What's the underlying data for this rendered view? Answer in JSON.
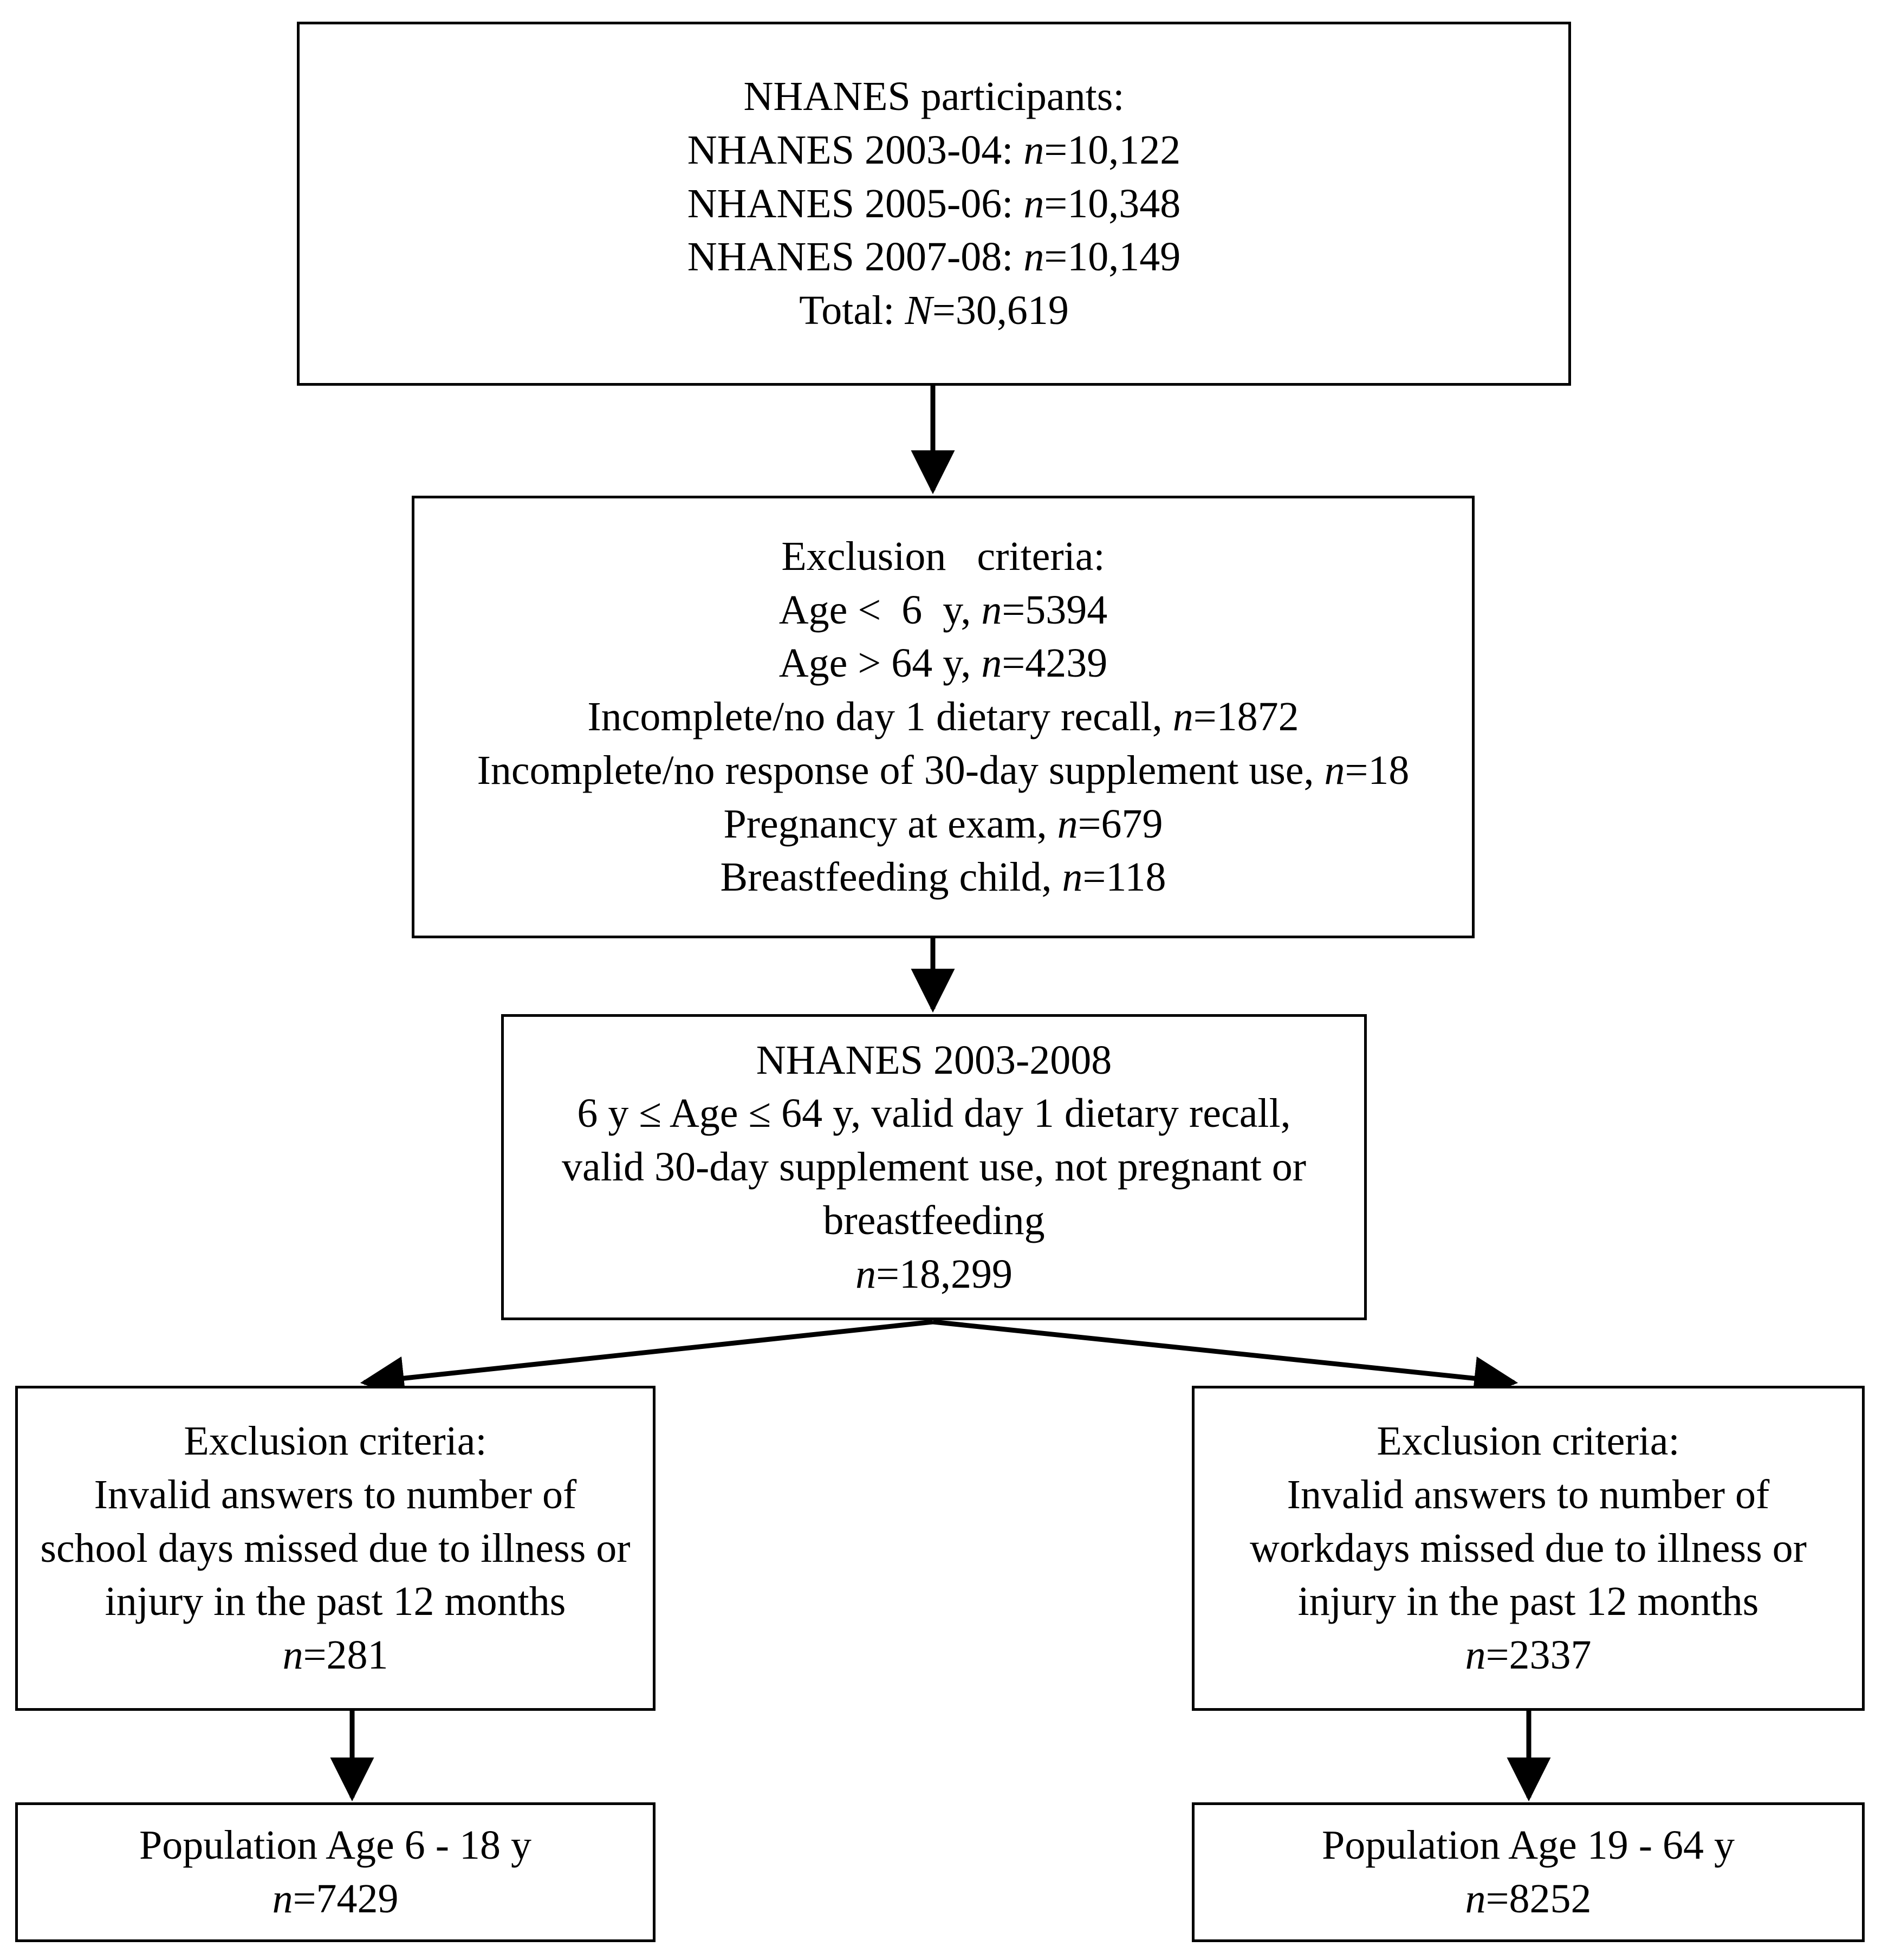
{
  "diagram": {
    "title": "NHANES participant selection flow diagram",
    "type": "flowchart",
    "line_color": "#000000",
    "box_fill": "#ffffff",
    "text_color": "#000000"
  },
  "nodes": {
    "source": {
      "name": "NHANES participants source box",
      "lines": [
        "NHANES participants:",
        "NHANES 2003-04: n=10,122",
        "NHANES 2005-06: n=10,348",
        "NHANES 2007-08: n=10,149",
        "Total: N=30,619"
      ],
      "heading": "NHANES participants:",
      "cycles": [
        {
          "label": "NHANES 2003-04:",
          "symbol": "n",
          "value": "10,122"
        },
        {
          "label": "NHANES 2005-06:",
          "symbol": "n",
          "value": "10,348"
        },
        {
          "label": "NHANES 2007-08:",
          "symbol": "n",
          "value": "10,149"
        }
      ],
      "total": {
        "label": "Total:",
        "symbol": "N",
        "value": "30,619"
      }
    },
    "exclusion_1": {
      "name": "First exclusion criteria box",
      "heading": "Exclusion   criteria:",
      "items": [
        {
          "text": "Age <  6  y,",
          "symbol": "n",
          "value": "5394"
        },
        {
          "text": "Age > 64 y,",
          "symbol": "n",
          "value": "4239"
        },
        {
          "text": "Incomplete/no day 1 dietary recall,",
          "symbol": "n",
          "value": "1872"
        },
        {
          "text": "Incomplete/no response of 30-day supplement use,",
          "symbol": "n",
          "value": "18"
        },
        {
          "text": "Pregnancy at exam,",
          "symbol": "n",
          "value": "679"
        },
        {
          "text": "Breastfeeding child,",
          "symbol": "n",
          "value": "118"
        }
      ]
    },
    "cohort": {
      "name": "Analytic cohort box",
      "heading": "NHANES 2003-2008",
      "description_lines": [
        "6 y ≤ Age ≤ 64 y, valid day 1 dietary recall,",
        "valid 30-day supplement use, not pregnant or",
        "breastfeeding"
      ],
      "count": {
        "symbol": "n",
        "value": "18,299"
      }
    },
    "exclusion_school": {
      "name": "School-days exclusion criteria box",
      "heading": "Exclusion criteria:",
      "description_lines": [
        "Invalid answers to number of",
        "school days missed due to illness or",
        "injury in the past 12 months"
      ],
      "count": {
        "symbol": "n",
        "value": "281"
      }
    },
    "exclusion_work": {
      "name": "Workdays exclusion criteria box",
      "heading": "Exclusion criteria:",
      "description_lines": [
        "Invalid answers to number of",
        "workdays missed due to illness or",
        "injury in the past 12 months"
      ],
      "count": {
        "symbol": "n",
        "value": "2337"
      }
    },
    "population_child": {
      "name": "Child population box",
      "heading": "Population Age 6 - 18 y",
      "count": {
        "symbol": "n",
        "value": "7429"
      }
    },
    "population_adult": {
      "name": "Adult population box",
      "heading": "Population Age 19 - 64 y",
      "count": {
        "symbol": "n",
        "value": "8252"
      }
    }
  },
  "edges": [
    {
      "name": "source-to-exclusion-1",
      "from": "source",
      "to": "exclusion_1",
      "style": "straight-arrow-down"
    },
    {
      "name": "exclusion-1-to-cohort",
      "from": "exclusion_1",
      "to": "cohort",
      "style": "straight-arrow-down"
    },
    {
      "name": "cohort-to-exclusion-school",
      "from": "cohort",
      "to": "exclusion_school",
      "style": "diagonal-arrow-down-left"
    },
    {
      "name": "cohort-to-exclusion-work",
      "from": "cohort",
      "to": "exclusion_work",
      "style": "diagonal-arrow-down-right"
    },
    {
      "name": "exclusion-school-to-population-child",
      "from": "exclusion_school",
      "to": "population_child",
      "style": "straight-arrow-down"
    },
    {
      "name": "exclusion-work-to-population-adult",
      "from": "exclusion_work",
      "to": "population_adult",
      "style": "straight-arrow-down"
    }
  ]
}
